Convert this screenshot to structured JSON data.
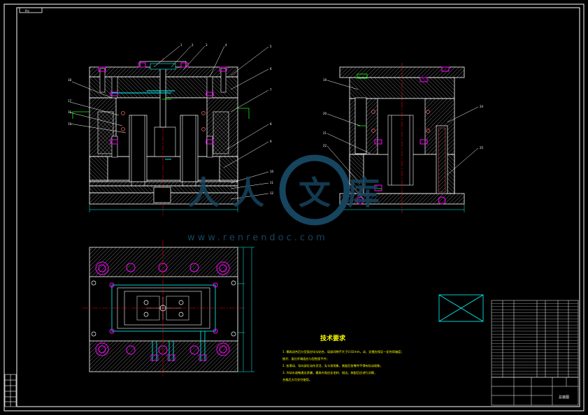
{
  "drawing": {
    "top_tab_label": "0ৠ",
    "watermark": {
      "brand_chars": [
        "人",
        "人",
        "文",
        "库"
      ],
      "url": "www.renrendoc.com"
    },
    "tech_requirements": {
      "title": "技术要求",
      "lines": [
        "1. 模具闭合后分型面应均匀贴合，局部间隙不大于0.02mm，动、定模应保证一定的同轴度；",
        "   推杆、复位杆端面应与型腔面平齐；",
        "2. 各滑动、导向部位动作灵活，无卡滞现象，装配后各零件不得有松动现象；",
        "3. 冷却水道畅通无渗漏，模具外观应无毛刺、锐边，装配后应进行试模，",
        "   合格后方可交付使用。"
      ]
    },
    "title_block": {
      "drawing_name": "总装图",
      "colors": {
        "frame": "#ffffff",
        "outline": "#00ffff",
        "part": "#ffffff",
        "text": "#ffff00",
        "accent": "#ff00ff",
        "center": "#ff0000",
        "dim": "#00ff00"
      }
    }
  }
}
